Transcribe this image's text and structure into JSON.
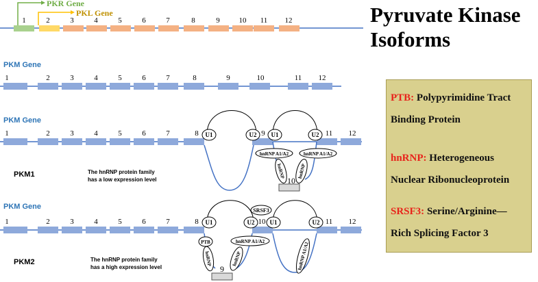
{
  "title": "Pyruvate Kinase Isoforms",
  "rows": {
    "pkr_pkl": {
      "pkr_label": "PKR Gene",
      "pkl_label": "PKL Gene",
      "exons": [
        "1",
        "2",
        "3",
        "4",
        "5",
        "6",
        "7",
        "8",
        "9",
        "10",
        "11",
        "12"
      ]
    },
    "pkm_gene": {
      "label": "PKM Gene",
      "exons": [
        "1",
        "2",
        "3",
        "4",
        "5",
        "6",
        "7",
        "8",
        "9",
        "10",
        "11",
        "12"
      ]
    },
    "pkm1": {
      "gene_label": "PKM Gene",
      "isoform_label": "PKM1",
      "exons": [
        "1",
        "2",
        "3",
        "4",
        "5",
        "6",
        "7",
        "8",
        "9",
        "11",
        "12"
      ],
      "skipped_exon": "10",
      "u_labels": [
        "U1",
        "U2",
        "U1",
        "U2"
      ],
      "hnrnp_label": "hnRNP A1/A2",
      "hnrnp_short": "hnRNP",
      "note_line1": "The hnRNP protein family",
      "note_line2": "has a low expression level"
    },
    "pkm2": {
      "gene_label": "PKM Gene",
      "isoform_label": "PKM2",
      "exons": [
        "1",
        "2",
        "3",
        "4",
        "5",
        "6",
        "7",
        "8",
        "10",
        "11",
        "12"
      ],
      "skipped_exon": "9",
      "u_labels": [
        "U1",
        "U2",
        "U1",
        "U2"
      ],
      "srsf3_label": "SRSF3",
      "ptb_label": "PTB",
      "hnrnp_label": "hnRNP A1/A2",
      "hnrnp_short": "hnRNP",
      "note_line1": "The hnRNP protein family",
      "note_line2": "has a high expression level"
    }
  },
  "legend": [
    {
      "abbr": "PTB:",
      "text1": "Polypyrimidine Tract",
      "text2": "Binding Protein"
    },
    {
      "abbr": "hnRNP:",
      "text1": "Heterogeneous",
      "text2": "Nuclear Ribonucleoprotein"
    },
    {
      "abbr": "SRSF3:",
      "text1": "Serine/Arginine—",
      "text2": "Rich Splicing Factor 3"
    }
  ],
  "colors": {
    "exon_blue": "#8ea9db",
    "exon_orange": "#f4b183",
    "exon1_green": "#a9d18e",
    "exon2_yellow": "#ffd966",
    "line_blue": "#4472c4",
    "label_blue": "#2e75b6",
    "pkr_green": "#70ad47",
    "pkl_gold": "#bf9000",
    "legend_bg": "#d9d08e",
    "legend_red": "#e8231b"
  }
}
